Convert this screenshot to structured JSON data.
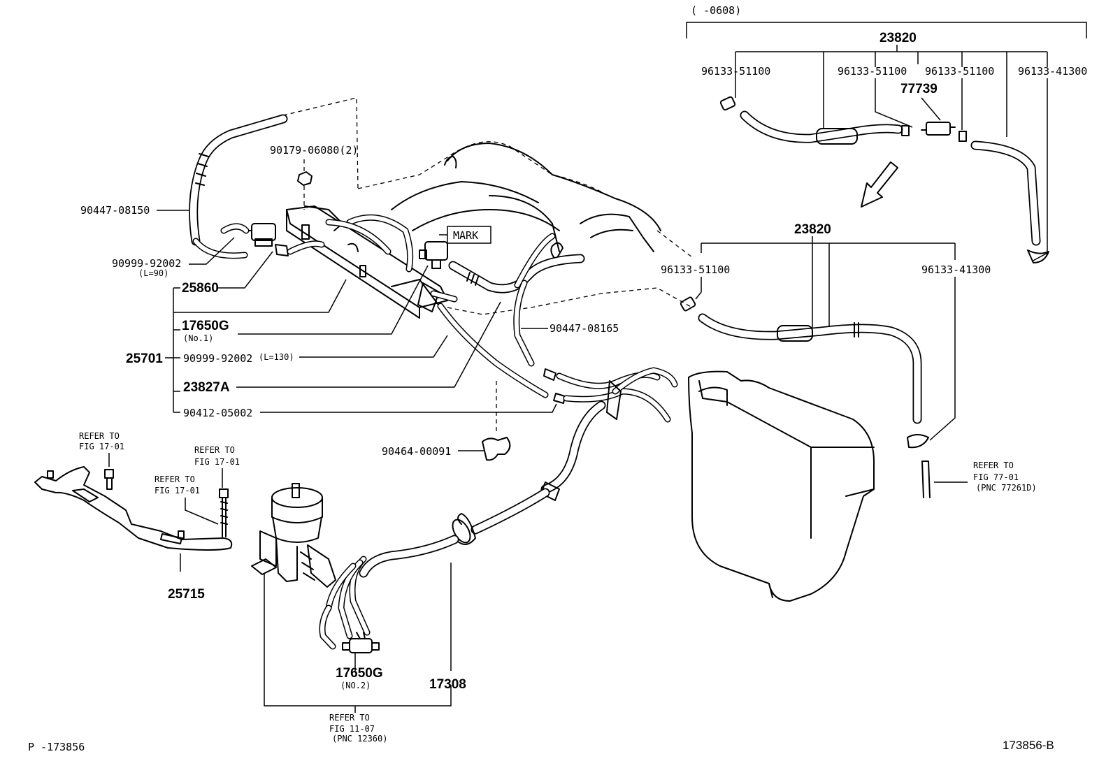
{
  "header": {
    "date_range": "(      -0608)"
  },
  "footer": {
    "left_code": "P -173856",
    "right_code": "173856-B"
  },
  "callouts": {
    "a23820_top": "23820",
    "a96133_51100_a": "96133-51100",
    "a96133_51100_b": "96133-51100",
    "a96133_51100_c": "96133-51100",
    "a96133_41300_a": "96133-41300",
    "a77739": "77739",
    "a23820_mid": "23820",
    "a96133_51100_d": "96133-51100",
    "a96133_41300_b": "96133-41300",
    "a90179": "90179-06080(2)",
    "a90447_08150": "90447-08150",
    "mark": "MARK",
    "a90999_92002_a": "90999-92002",
    "a90999_92002_a_note": "(L=90)",
    "a25860": "25860",
    "a17650g_1": "17650G",
    "a17650g_1_note": "(No.1)",
    "a25701": "25701",
    "a90999_92002_b": "90999-92002",
    "a90999_92002_b_note": "(L=130)",
    "a23827a": "23827A",
    "a90412": "90412-05002",
    "a90447_08165": "90447-08165",
    "a90464": "90464-00091",
    "refer_77_line1": "REFER TO",
    "refer_77_line2": "FIG 77-01",
    "refer_77_line3": "(PNC 77261D)",
    "refer_17a_line1": "REFER TO",
    "refer_17a_line2": "FIG 17-01",
    "refer_17b_line1": "REFER TO",
    "refer_17b_line2": "FIG 17-01",
    "refer_17c_line1": "REFER TO",
    "refer_17c_line2": "FIG 17-01",
    "a25715": "25715",
    "a17650g_2": "17650G",
    "a17650g_2_note": "(NO.2)",
    "a17308": "17308",
    "refer_11_line1": "REFER TO",
    "refer_11_line2": "FIG 11-07",
    "refer_11_line3": "(PNC 12360)"
  }
}
